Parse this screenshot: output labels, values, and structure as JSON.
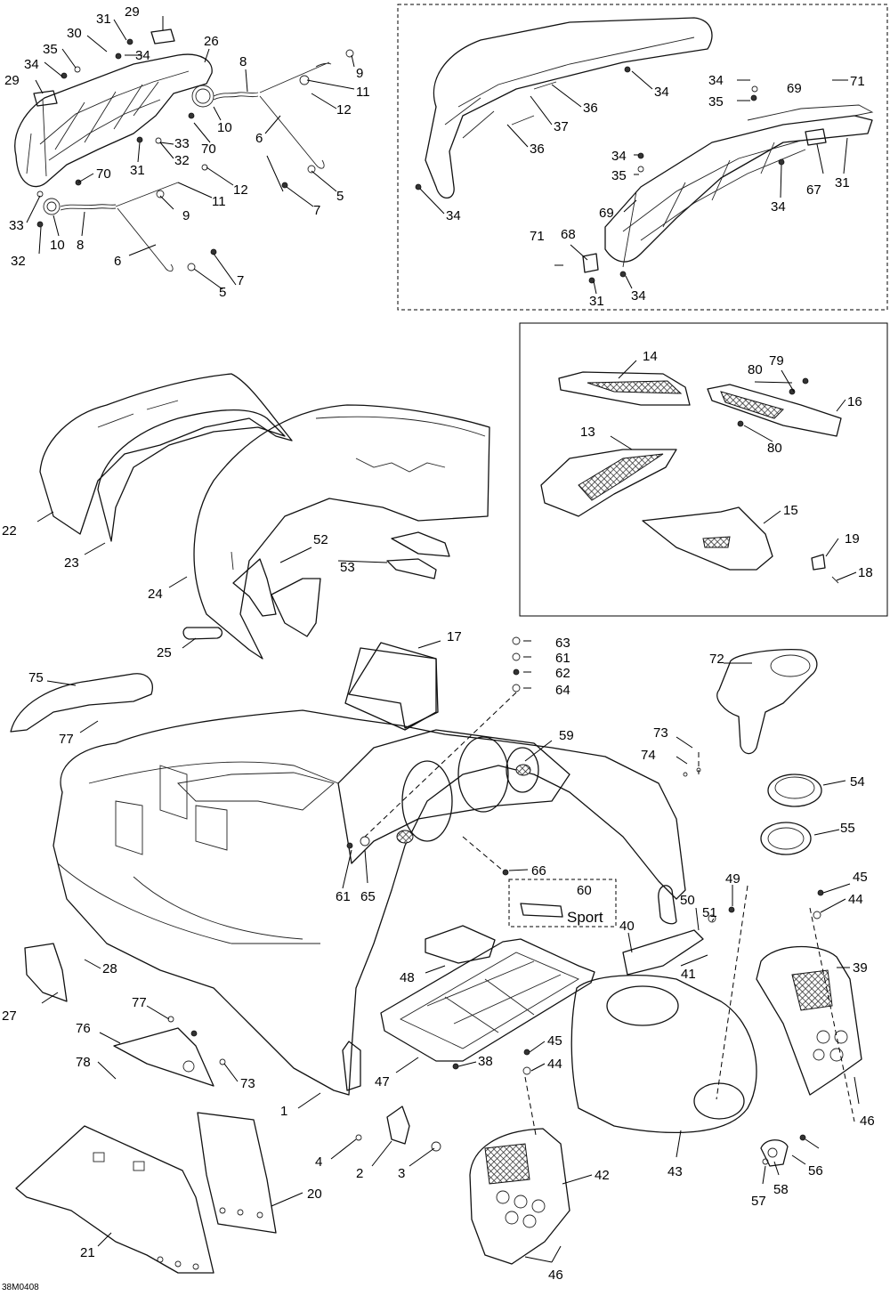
{
  "drawing_code": "38M0408",
  "inset_label_sport": "Sport",
  "callouts": {
    "c1": "1",
    "c2": "2",
    "c3": "3",
    "c4": "4",
    "c5": "5",
    "c6": "6",
    "c7": "7",
    "c8": "8",
    "c9": "9",
    "c10": "10",
    "c11": "11",
    "c12": "12",
    "c13": "13",
    "c14": "14",
    "c15": "15",
    "c16": "16",
    "c17": "17",
    "c18": "18",
    "c19": "19",
    "c20": "20",
    "c21": "21",
    "c22": "22",
    "c23": "23",
    "c24": "24",
    "c25": "25",
    "c26": "26",
    "c27": "27",
    "c28": "28",
    "c29": "29",
    "c30": "30",
    "c31": "31",
    "c32": "32",
    "c33": "33",
    "c34": "34",
    "c35": "35",
    "c36": "36",
    "c37": "37",
    "c38": "38",
    "c39": "39",
    "c40": "40",
    "c41": "41",
    "c42": "42",
    "c43": "43",
    "c44": "44",
    "c45": "45",
    "c46": "46",
    "c47": "47",
    "c48": "48",
    "c49": "49",
    "c50": "50",
    "c51": "51",
    "c52": "52",
    "c53": "53",
    "c54": "54",
    "c55": "55",
    "c56": "56",
    "c57": "57",
    "c58": "58",
    "c59": "59",
    "c60": "60",
    "c61": "61",
    "c62": "62",
    "c63": "63",
    "c64": "64",
    "c65": "65",
    "c66": "66",
    "c67": "67",
    "c68": "68",
    "c69": "69",
    "c70": "70",
    "c71": "71",
    "c72": "72",
    "c73": "73",
    "c74": "74",
    "c75": "75",
    "c76": "76",
    "c77": "77",
    "c78": "78",
    "c79": "79",
    "c80": "80"
  }
}
